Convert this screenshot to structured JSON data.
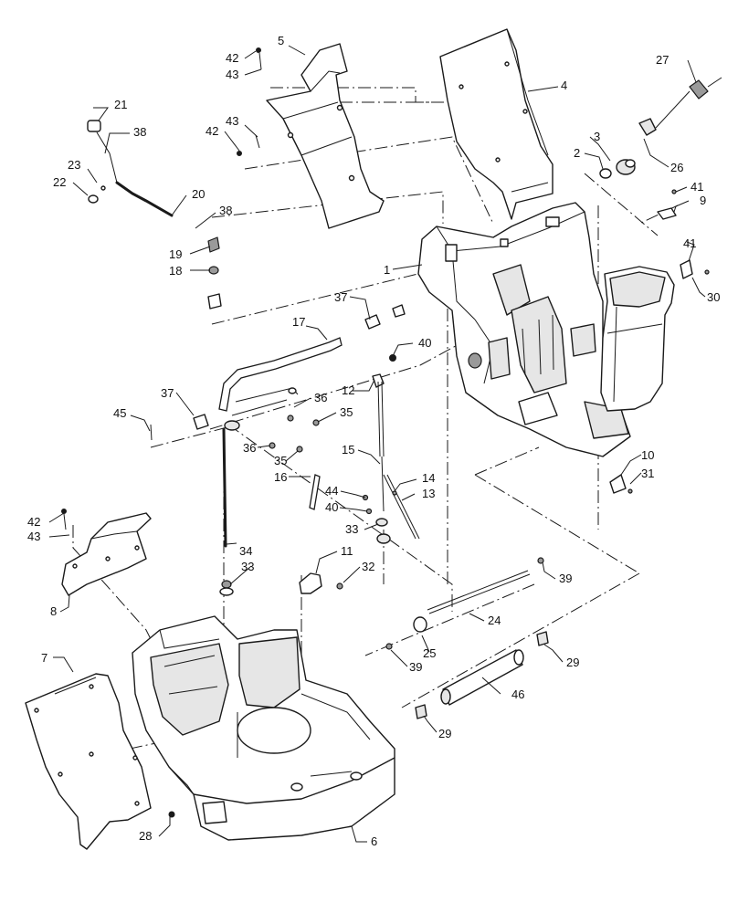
{
  "callouts": {
    "c1": "1",
    "c2": "2",
    "c3": "3",
    "c4": "4",
    "c5": "5",
    "c6": "6",
    "c7": "7",
    "c8": "8",
    "c9": "9",
    "c10": "10",
    "c11": "11",
    "c12": "12",
    "c13": "13",
    "c14": "14",
    "c15": "15",
    "c16": "16",
    "c17": "17",
    "c18": "18",
    "c19": "19",
    "c20": "20",
    "c21": "21",
    "c22": "22",
    "c23": "23",
    "c24": "24",
    "c25": "25",
    "c26": "26",
    "c27": "27",
    "c28": "28",
    "c29a": "29",
    "c29b": "29",
    "c30": "30",
    "c31": "31",
    "c32": "32",
    "c33a": "33",
    "c33b": "33",
    "c34": "34",
    "c35a": "35",
    "c35b": "35",
    "c36a": "36",
    "c36b": "36",
    "c37a": "37",
    "c37b": "37",
    "c38a": "38",
    "c38b": "38",
    "c39a": "39",
    "c39b": "39",
    "c40a": "40",
    "c40b": "40",
    "c41a": "41",
    "c41b": "41",
    "c42a": "42",
    "c42b": "42",
    "c42c": "42",
    "c43a": "43",
    "c43b": "43",
    "c43c": "43",
    "c44": "44",
    "c45": "45",
    "c46": "46"
  }
}
